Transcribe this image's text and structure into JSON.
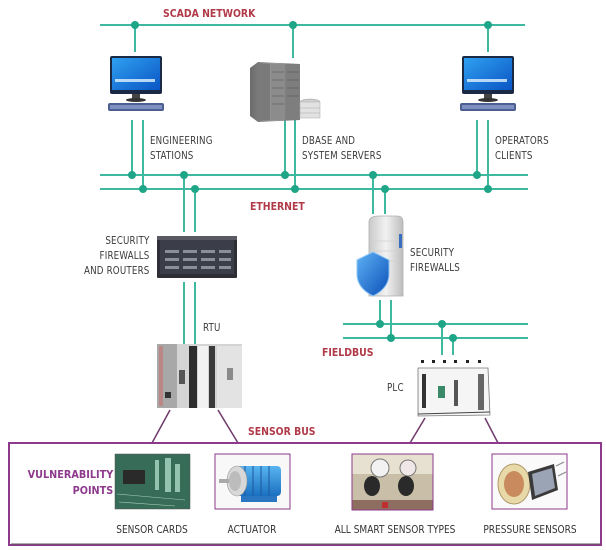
{
  "networks": {
    "scada": "SCADA NETWORK",
    "ethernet": "ETHERNET",
    "fieldbus": "FIELDBUS",
    "sensor_bus": "SENSOR BUS"
  },
  "nodes": {
    "engineering_stations": {
      "line1": "ENGINEERING",
      "line2": "STATIONS",
      "icon": "desktop-computer-icon"
    },
    "dbase_servers": {
      "line1": "DBASE AND",
      "line2": "SYSTEM SERVERS",
      "icon": "server-rack-icon"
    },
    "operators_clients": {
      "line1": "OPERATORS",
      "line2": "CLIENTS",
      "icon": "desktop-computer-icon"
    },
    "security_routers": {
      "line1": "SECURITY",
      "line2": "FIREWALLS",
      "line3": "AND ROUTERS",
      "icon": "router-rack-icon"
    },
    "security_firewalls": {
      "line1": "SECURITY",
      "line2": "FIREWALLS",
      "icon": "shield-server-icon"
    },
    "rtu": {
      "label": "RTU",
      "icon": "rtu-module-icon"
    },
    "plc": {
      "label": "PLC",
      "icon": "plc-module-icon"
    }
  },
  "vulnerability": {
    "title_line1": "VULNERABILITY",
    "title_line2": "POINTS",
    "items": [
      {
        "label": "SENSOR CARDS",
        "icon": "circuit-board-icon"
      },
      {
        "label": "ACTUATOR",
        "icon": "electric-motor-icon"
      },
      {
        "label": "ALL SMART SENSOR TYPES",
        "icon": "industrial-sensors-icon"
      },
      {
        "label": "PRESSURE SENSORS",
        "icon": "pressure-sensor-icon"
      }
    ]
  },
  "colors": {
    "network_line": "#3fb8a0",
    "node_dot": "#1fa587",
    "network_label": "#b03a48",
    "vulnerability": "#8e3a8c",
    "sensor_bus_line": "#6e3a6c"
  }
}
